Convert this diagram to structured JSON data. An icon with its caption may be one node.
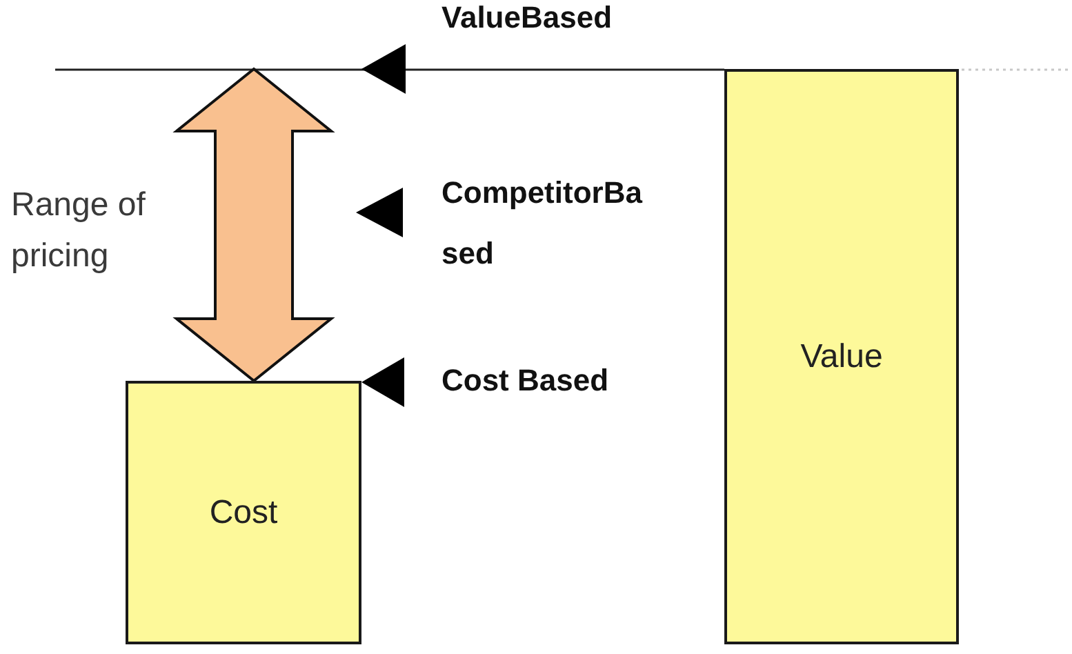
{
  "diagram": {
    "nodes": [
      {
        "text": [
          "Value"
        ]
      },
      {
        "text": [
          "Cost"
        ]
      }
    ],
    "edges": [
      {
        "from": null,
        "to": 1,
        "arrow": "both",
        "label": "Range of pricing"
      }
    ],
    "labels": [
      "ValueBased",
      "CompetitorBa sed",
      "Cost Based"
    ]
  }
}
